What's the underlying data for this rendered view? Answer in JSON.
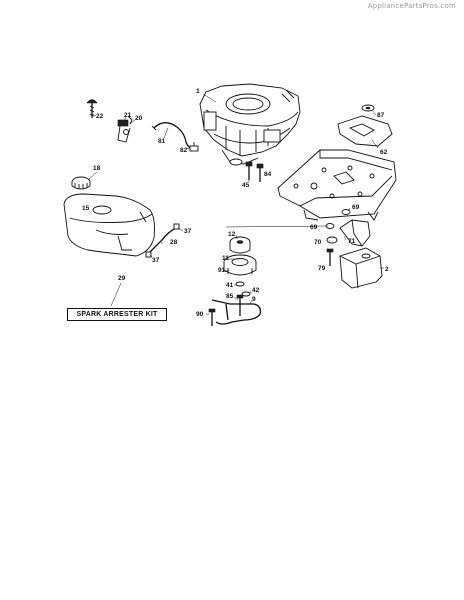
{
  "watermark": "AppliancePartsPros.com",
  "kit_label": "SPARK ARRESTER KIT",
  "callouts": {
    "c1": "1",
    "c22": "22",
    "c21": "21",
    "c20": "20",
    "c81": "81",
    "c82": "82",
    "c87": "87",
    "c62": "62",
    "c18": "18",
    "c15": "15",
    "c45": "45",
    "c84": "84",
    "c69a": "69",
    "c69b": "69",
    "c37a": "37",
    "c28": "28",
    "c37b": "37",
    "c12": "12",
    "c70": "70",
    "c71": "71",
    "c11": "11",
    "c91": "91",
    "c79": "79",
    "c2": "2",
    "c29": "29",
    "c41": "41",
    "c42": "42",
    "c85": "85",
    "c9": "9",
    "c90": "90"
  }
}
